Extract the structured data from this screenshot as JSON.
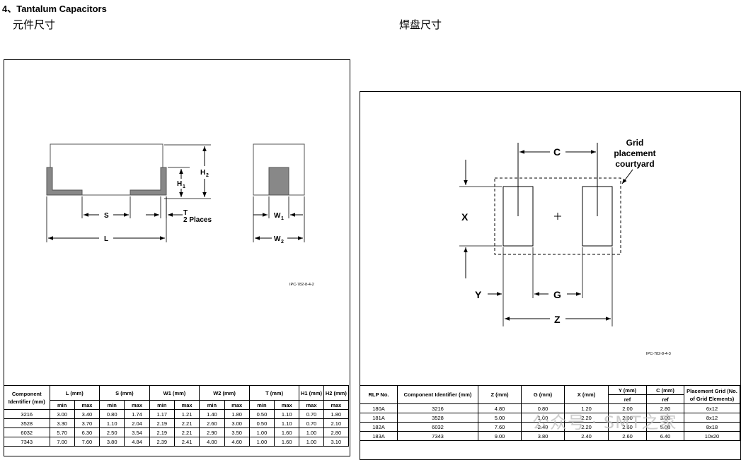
{
  "header": {
    "section_title": "4、Tantalum Capacitors",
    "left_caption": "元件尺寸",
    "right_caption": "焊盘尺寸"
  },
  "left_diagram": {
    "labels": {
      "L": "L",
      "S": "S",
      "T": "T",
      "T2": "2 Places",
      "H2": "H",
      "H2sub": "2",
      "H1": "H",
      "H1sub": "1",
      "W1": "W",
      "W1sub": "1",
      "W2": "W",
      "W2sub": "2"
    },
    "figure_id": "IPC-782-8-4-2"
  },
  "right_diagram": {
    "labels": {
      "C": "C",
      "X": "X",
      "Y": "Y",
      "G": "G",
      "Z": "Z",
      "grid1": "Grid",
      "grid2": "placement",
      "grid3": "courtyard"
    },
    "figure_id": "IPC-782-8-4-3"
  },
  "left_table": {
    "head1": [
      "Component Identifier (mm)",
      "L (mm)",
      "S (mm)",
      "W1 (mm)",
      "W2 (mm)",
      "T (mm)",
      "H1 (mm)",
      "H2 (mm)"
    ],
    "head2": [
      "min",
      "max",
      "min",
      "max",
      "min",
      "max",
      "min",
      "max",
      "min",
      "max",
      "max",
      "max"
    ],
    "rows": [
      [
        "3216",
        "3.00",
        "3.40",
        "0.80",
        "1.74",
        "1.17",
        "1.21",
        "1.40",
        "1.80",
        "0.50",
        "1.10",
        "0.70",
        "1.80"
      ],
      [
        "3528",
        "3.30",
        "3.70",
        "1.10",
        "2.04",
        "2.19",
        "2.21",
        "2.60",
        "3.00",
        "0.50",
        "1.10",
        "0.70",
        "2.10"
      ],
      [
        "6032",
        "5.70",
        "6.30",
        "2.50",
        "3.54",
        "2.19",
        "2.21",
        "2.90",
        "3.50",
        "1.00",
        "1.60",
        "1.00",
        "2.80"
      ],
      [
        "7343",
        "7.00",
        "7.60",
        "3.80",
        "4.84",
        "2.39",
        "2.41",
        "4.00",
        "4.60",
        "1.00",
        "1.60",
        "1.00",
        "3.10"
      ]
    ]
  },
  "right_table": {
    "head1": [
      "RLP No.",
      "Component Identifier (mm)",
      "Z (mm)",
      "G (mm)",
      "X (mm)",
      "Y (mm)",
      "C (mm)",
      "Placement Grid (No. of Grid Elements)"
    ],
    "head2": [
      "ref",
      "ref"
    ],
    "rows": [
      [
        "180A",
        "3216",
        "4.80",
        "0.80",
        "1.20",
        "2.00",
        "2.80",
        "6x12"
      ],
      [
        "181A",
        "3528",
        "5.00",
        "1.00",
        "2.20",
        "2.00",
        "3.00",
        "8x12"
      ],
      [
        "182A",
        "6032",
        "7.60",
        "2.40",
        "2.20",
        "2.60",
        "5.00",
        "8x18"
      ],
      [
        "183A",
        "7343",
        "9.00",
        "3.80",
        "2.40",
        "2.60",
        "6.40",
        "10x20"
      ]
    ]
  },
  "watermark": "公众号 · SMT之家"
}
